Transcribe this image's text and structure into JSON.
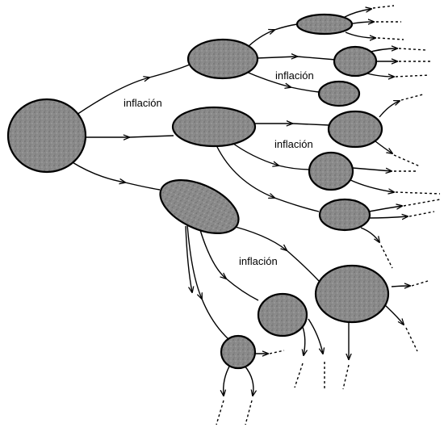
{
  "labels": {
    "inflation_1": "inflación",
    "inflation_2": "inflación",
    "inflation_3": "inflación",
    "inflation_4": "inflación"
  },
  "colors": {
    "bubble_fill": "#8a8a8a",
    "outline": "#000000",
    "background": "#ffffff"
  }
}
